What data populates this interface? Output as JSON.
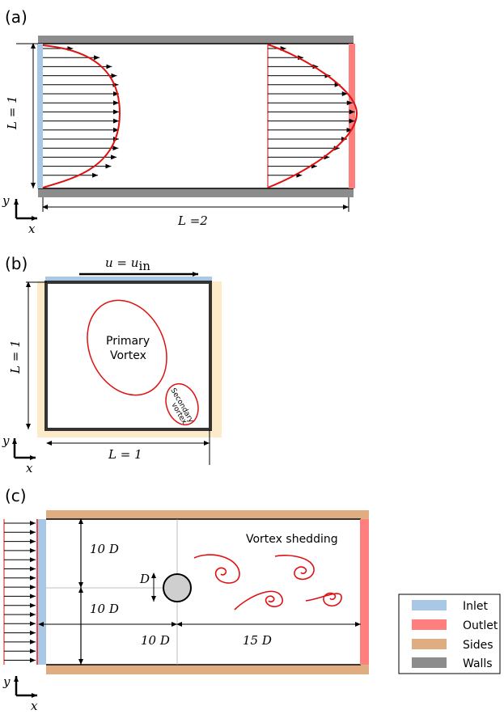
{
  "panels": {
    "a": {
      "label": "(a)",
      "height_label": "L = 1",
      "length_label": "L =2",
      "axis_y": "y",
      "axis_x": "x"
    },
    "b": {
      "label": "(b)",
      "lid_label": "u = u",
      "lid_subscript": "in",
      "height_label": "L = 1",
      "width_label": "L = 1",
      "primary_line1": "Primary",
      "primary_line2": "Vortex",
      "secondary_line1": "Secondary",
      "secondary_line2": "vortex",
      "axis_y": "y",
      "axis_x": "x"
    },
    "c": {
      "label": "(c)",
      "top_dist": "10 D",
      "bottom_dist": "10 D",
      "diameter": "D",
      "upstream_dist": "10 D",
      "downstream_dist": "15 D",
      "shedding": "Vortex shedding",
      "axis_y": "y",
      "axis_x": "x"
    }
  },
  "legend": {
    "items": [
      {
        "label": "Inlet",
        "color": "#a9c8e6"
      },
      {
        "label": "Outlet",
        "color": "#ff7f7f"
      },
      {
        "label": "Sides",
        "color": "#e0ac82"
      },
      {
        "label": "Walls",
        "color": "#8c8c8c"
      }
    ]
  },
  "colors": {
    "inlet": "#a9c8e6",
    "outlet": "#ff7f7f",
    "sides": "#e0ac82",
    "sides_light": "#fbe6c0",
    "walls": "#8c8c8c",
    "profile": "#e01010"
  }
}
